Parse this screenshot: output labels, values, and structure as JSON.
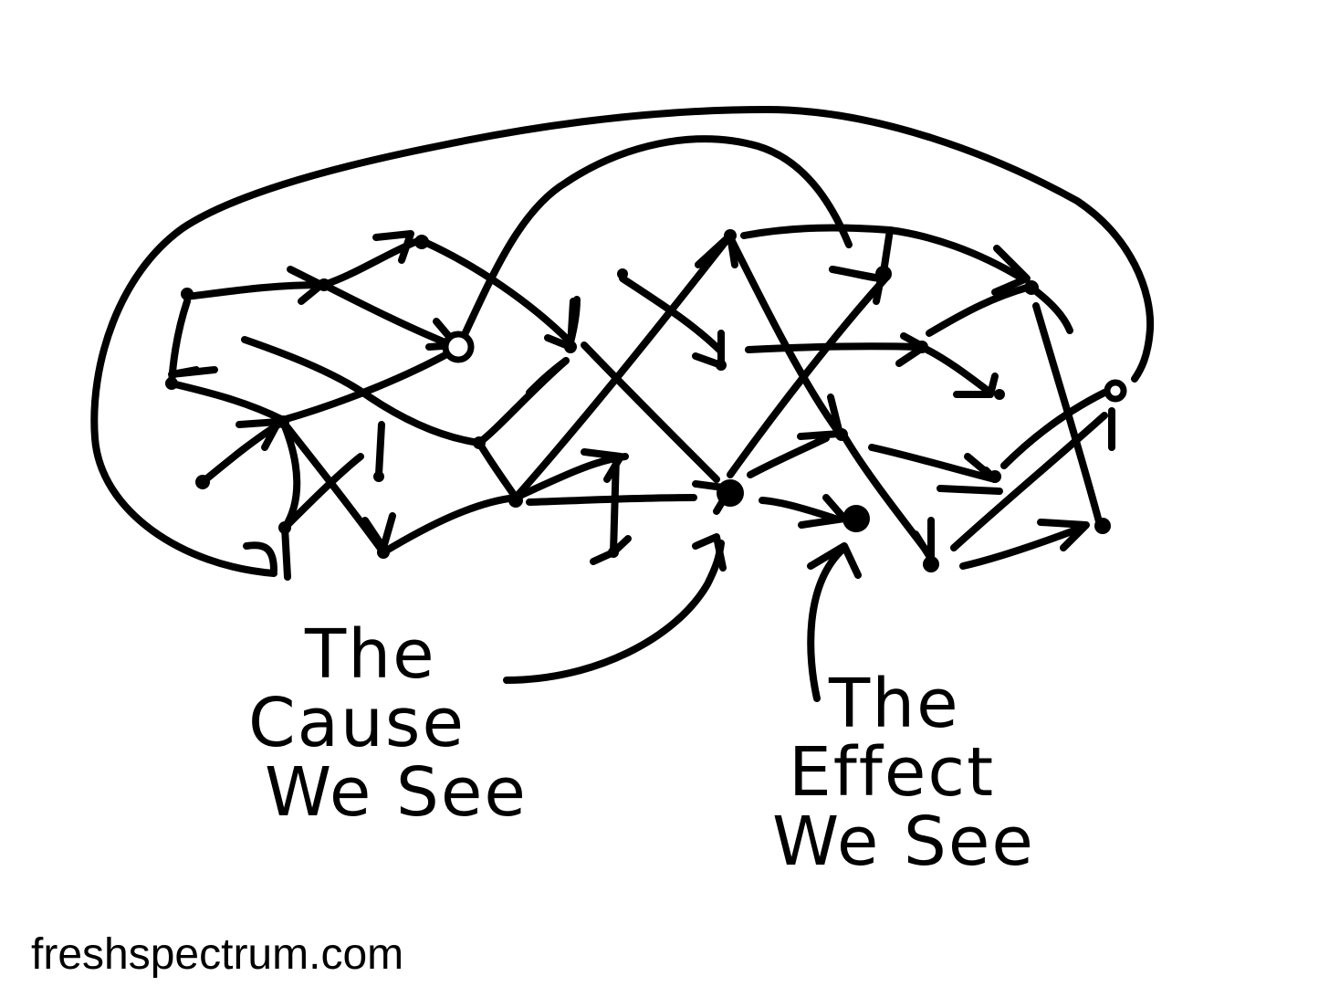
{
  "diagram": {
    "cause_label": {
      "line1": "The",
      "line2": "Cause",
      "line3": "We See"
    },
    "effect_label": {
      "line1": "The",
      "line2": "Effect",
      "line3": "We See"
    },
    "stroke_color": "#000000",
    "background_color": "#ffffff"
  },
  "footer": {
    "site": "freshspectrum.com"
  }
}
